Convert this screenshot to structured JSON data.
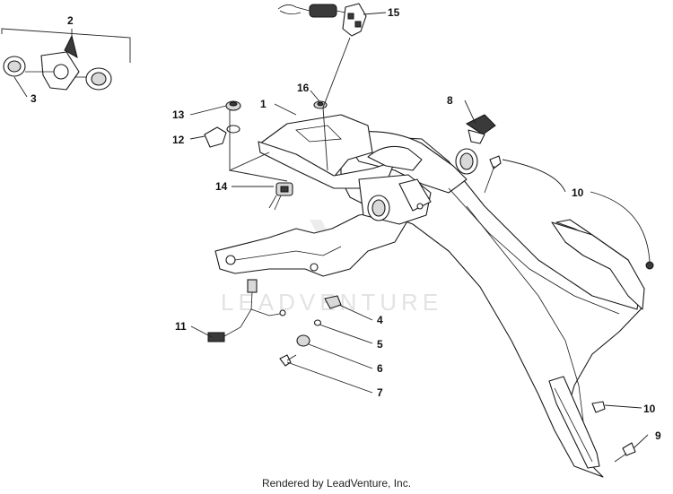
{
  "watermark": "LEADVENTURE",
  "footer": "Rendered by LeadVenture, Inc.",
  "callouts": {
    "c1": "1",
    "c2": "2",
    "c3": "3",
    "c4": "4",
    "c5": "5",
    "c6": "6",
    "c7": "7",
    "c8": "8",
    "c9": "9",
    "c10a": "10",
    "c10b": "10",
    "c11": "11",
    "c12": "12",
    "c13": "13",
    "c14": "14",
    "c15": "15",
    "c16": "16"
  }
}
